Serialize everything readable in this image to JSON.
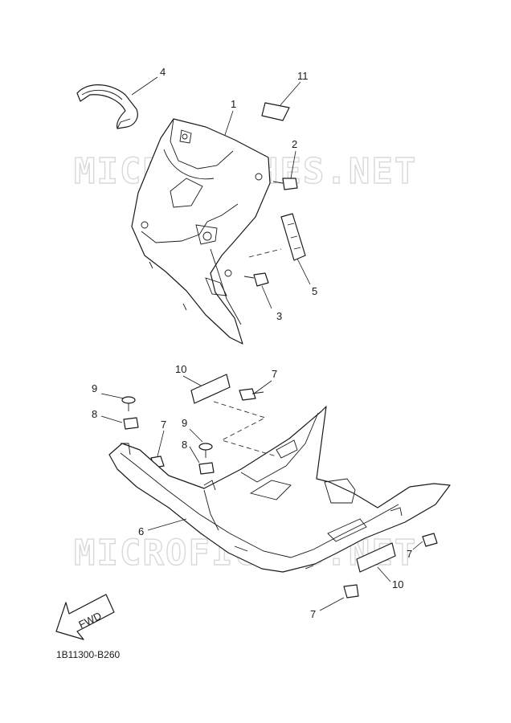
{
  "watermarks": [
    "MICROFICHES.NET",
    "MICROFICHES.NET"
  ],
  "diagram_code": "1B11300-B260",
  "fwd_label": "FWD",
  "callouts": {
    "c1": "1",
    "c2": "2",
    "c3": "3",
    "c4": "4",
    "c5": "5",
    "c11": "11",
    "c6": "6",
    "c7a": "7",
    "c7b": "7",
    "c7c": "7",
    "c7d": "7",
    "c8a": "8",
    "c8b": "8",
    "c9a": "9",
    "c9b": "9",
    "c10a": "10",
    "c10b": "10"
  }
}
